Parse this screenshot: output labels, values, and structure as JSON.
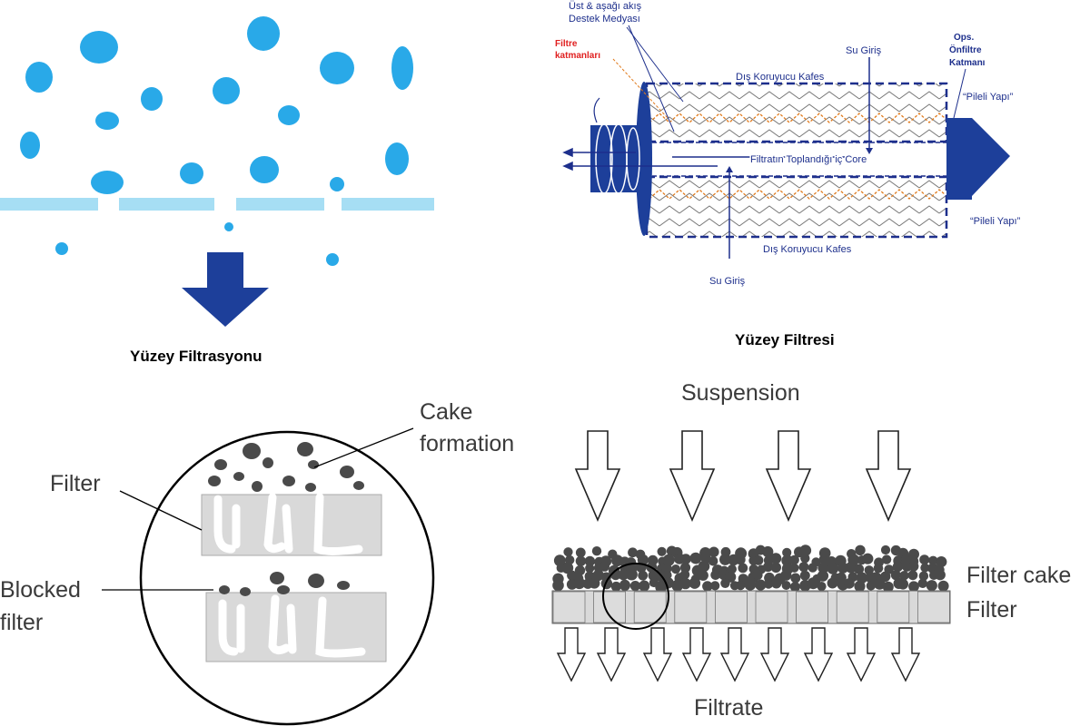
{
  "panels": {
    "surface_filtration": {
      "caption": "Yüzey Filtrasyonu"
    },
    "surface_filter": {
      "caption": "Yüzey Filtresi",
      "support_media": [
        "Üst & aşağı akış",
        "Destek Medyası"
      ],
      "filter_layers": [
        "Filtre",
        "katmanları"
      ],
      "water_inlet_top": "Su Giriş",
      "prefilter_layer": [
        "Ops.",
        "Önfiltre",
        "Katmanı"
      ],
      "outer_cage_top": "Dış Koruyucu Kafes",
      "pleated_top": "“Pileli Yapı”",
      "core": "Filtratın Toplandığı iç Core",
      "pleated_bottom": "“Pileli Yapı”",
      "outer_cage_bottom": "Dış Koruyucu Kafes",
      "water_inlet_bottom": "Su Giriş"
    },
    "cake_formation": {
      "cake": [
        "Cake",
        "formation"
      ],
      "filter": "Filter",
      "blocked": [
        "Blocked",
        "filter"
      ]
    },
    "suspension": {
      "suspension": "Suspension",
      "filter_cake": "Filter cake",
      "filter": "Filter",
      "filtrate": "Filtrate"
    }
  },
  "colors": {
    "droplet": "#29a9e8",
    "membrane": "#a6def4",
    "navy": "#1d2f8c",
    "orange": "#e07a1c",
    "red_label": "#e02020",
    "cake_gray": "#4a4a4a",
    "filter_gray": "#d9d9d9"
  }
}
